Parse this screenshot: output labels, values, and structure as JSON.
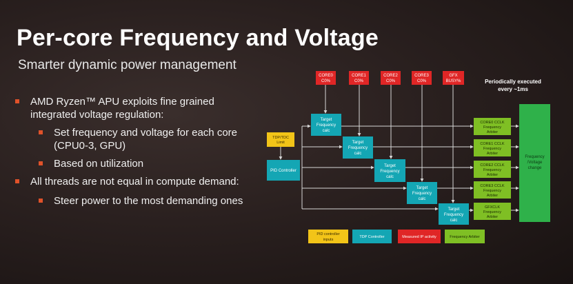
{
  "slide": {
    "title": "Per-core Frequency and Voltage",
    "subtitle": "Smarter dynamic power management"
  },
  "bullets": [
    {
      "level": 1,
      "text": "AMD Ryzen™ APU exploits fine grained integrated voltage regulation:"
    },
    {
      "level": 2,
      "text": "Set frequency and voltage for each core (CPU0-3, GPU)"
    },
    {
      "level": 2,
      "text": "Based on utilization"
    },
    {
      "level": 1,
      "text": "All threads are not equal in compute demand:"
    },
    {
      "level": 2,
      "text": "Steer power to the most demanding ones"
    }
  ],
  "diagram": {
    "colors": {
      "red": "#e02626",
      "teal": "#14a6b4",
      "yellow": "#f2c418",
      "lime": "#7fbf24",
      "green": "#2fb14a",
      "bullet": "#e0522a",
      "line": "#d8d8d8"
    },
    "activity": [
      {
        "line1": "CORE0",
        "line2": "C0%"
      },
      {
        "line1": "CORE1",
        "line2": "C0%"
      },
      {
        "line1": "CORE2",
        "line2": "C0%"
      },
      {
        "line1": "CORE3",
        "line2": "C0%"
      },
      {
        "line1": "GFX",
        "line2": "BUSY%"
      }
    ],
    "note": {
      "line1": "Periodically executed",
      "line2": "every ~1ms"
    },
    "tdp_limit": {
      "line1": "TDP/TDC",
      "line2": "Limit"
    },
    "pid_controller": "PID Controller",
    "target_calc": {
      "line1": "Target",
      "line2": "Frequency",
      "line3": "calc"
    },
    "arbiters": [
      {
        "line1": "CORE0 CCLK",
        "line2": "Frequency",
        "line3": "Arbiter"
      },
      {
        "line1": "CORE1 CCLK",
        "line2": "Frequency",
        "line3": "Arbiter"
      },
      {
        "line1": "CORE2 CCLK",
        "line2": "Frequency",
        "line3": "Arbiter"
      },
      {
        "line1": "CORE3 CCLK",
        "line2": "Frequency",
        "line3": "Arbiter"
      },
      {
        "line1": "GFXCLK",
        "line2": "Frequency",
        "line3": "Arbiter"
      }
    ],
    "change_box": {
      "line1": "Frequency",
      "line2": "/Voltage",
      "line3": "change"
    },
    "legend": [
      {
        "line1": "PID controller",
        "line2": "inputs",
        "color": "#f2c418"
      },
      {
        "line1": "TDP Controller",
        "line2": "",
        "color": "#14a6b4"
      },
      {
        "line1": "Measured IP activity",
        "line2": "",
        "color": "#e02626"
      },
      {
        "line1": "Frequency Arbiter",
        "line2": "",
        "color": "#7fbf24"
      }
    ]
  }
}
